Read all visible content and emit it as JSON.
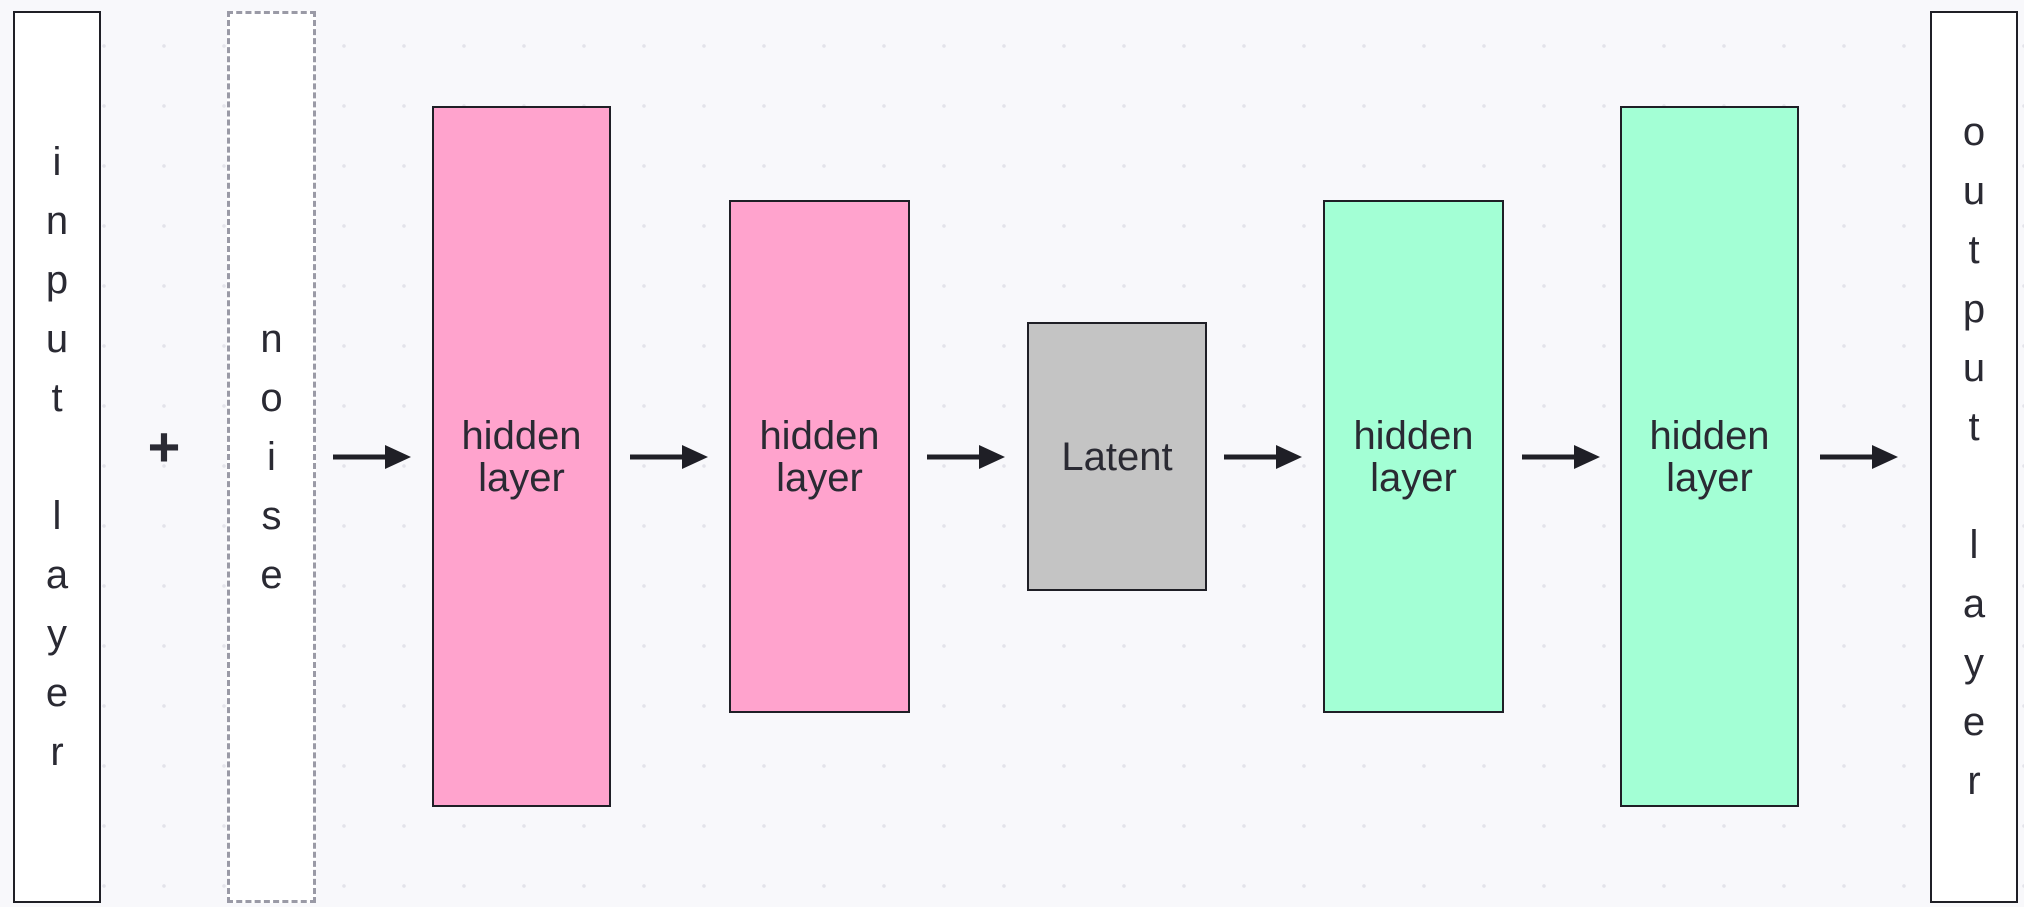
{
  "input_layer": {
    "label": "input layer"
  },
  "noise": {
    "label": "noise"
  },
  "plus": "+",
  "encoder": [
    {
      "label_line1": "hidden",
      "label_line2": "layer",
      "color": "#ffa3cd"
    },
    {
      "label_line1": "hidden",
      "label_line2": "layer",
      "color": "#ffa3cd"
    }
  ],
  "latent": {
    "label": "Latent",
    "color": "#c4c4c4"
  },
  "decoder": [
    {
      "label_line1": "hidden",
      "label_line2": "layer",
      "color": "#a3ffd5"
    },
    {
      "label_line1": "hidden",
      "label_line2": "layer",
      "color": "#a3ffd5"
    }
  ],
  "output_layer": {
    "label": "output layer"
  },
  "colors": {
    "encoder": "#ffa3cd",
    "decoder": "#a3ffd5",
    "latent": "#c4c4c4",
    "stroke": "#1f1f26",
    "noise_border": "#9a9aa6"
  }
}
